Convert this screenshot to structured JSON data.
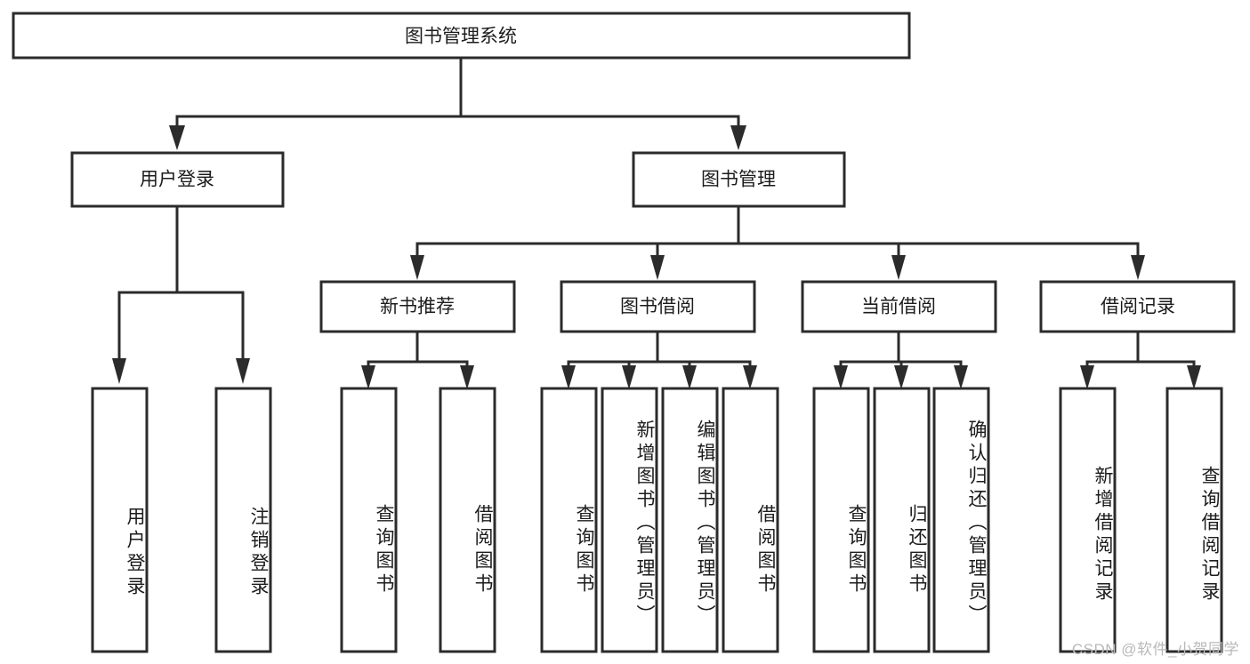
{
  "diagram": {
    "type": "tree-hierarchy-chart",
    "title": "图书管理系统",
    "root": {
      "label": "图书管理系统",
      "level": 0
    },
    "level1": [
      {
        "label": "用户登录"
      },
      {
        "label": "图书管理"
      }
    ],
    "level2": [
      {
        "label": "新书推荐",
        "parent": "图书管理"
      },
      {
        "label": "图书借阅",
        "parent": "图书管理"
      },
      {
        "label": "当前借阅",
        "parent": "图书管理"
      },
      {
        "label": "借阅记录",
        "parent": "图书管理"
      }
    ],
    "leaves": {
      "user_login": [
        {
          "label": "用户登录"
        },
        {
          "label": "注销登录"
        }
      ],
      "new_book_recommend": [
        {
          "label": "查询图书"
        },
        {
          "label": "借阅图书"
        }
      ],
      "book_borrow": [
        {
          "label": "查询图书"
        },
        {
          "label": "新增图书（管理员）"
        },
        {
          "label": "编辑图书（管理员）"
        },
        {
          "label": "借阅图书"
        }
      ],
      "current_borrow": [
        {
          "label": "查询图书"
        },
        {
          "label": "归还图书"
        },
        {
          "label": "确认归还（管理员）"
        }
      ],
      "borrow_record": [
        {
          "label": "新增借阅记录"
        },
        {
          "label": "查询借阅记录"
        }
      ]
    }
  },
  "watermark": {
    "text": "CSDN @软件_小贺同学"
  },
  "colors": {
    "box_stroke": "#2b2b2b",
    "box_fill": "#ffffff",
    "text": "#1c1c1c",
    "watermark": "#b9b9b9",
    "background": "#ffffff"
  }
}
